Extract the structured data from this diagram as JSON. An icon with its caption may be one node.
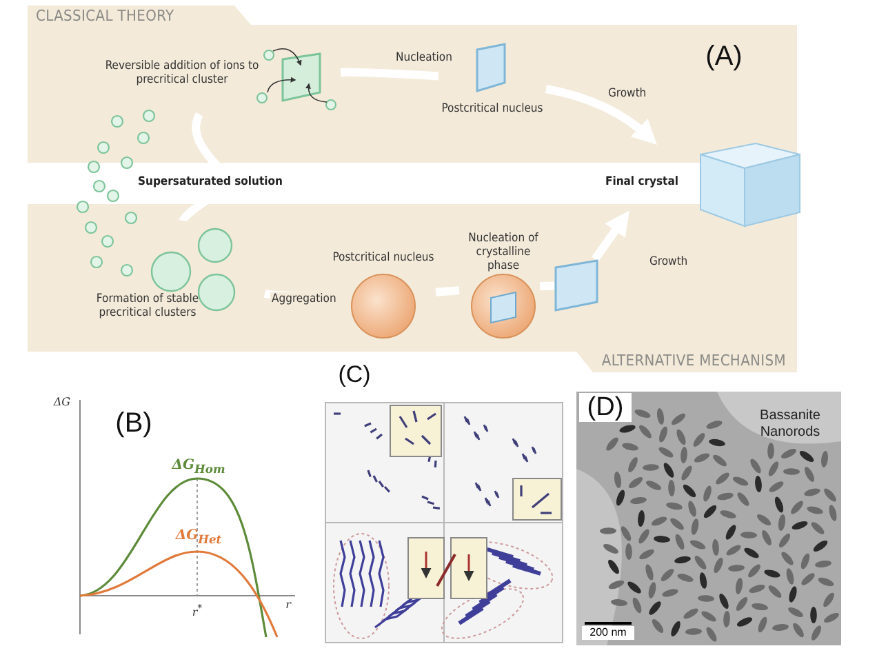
{
  "diagram": {
    "nodes": [
      {
        "text": [
          "CLASSICAL THEORY"
        ]
      },
      {
        "text": [
          "Reversible addition of ions to precritical cluster"
        ],
        "in": 0
      },
      {
        "text": [
          "Postcritical nucleus"
        ],
        "in": 0
      },
      {
        "text": [
          "Supersaturated solution"
        ]
      },
      {
        "text": [
          "Final crystal"
        ]
      },
      {
        "text": [
          "ALTERNATIVE MECHANISM"
        ]
      },
      {
        "text": [
          "Formation of stable precritical clusters"
        ],
        "in": 5
      },
      {
        "text": [
          "Postcritical nucleus"
        ],
        "in": 5
      },
      {
        "text": [
          "Nucleation of crystalline phase"
        ],
        "in": 5
      },
      {
        "text": [],
        "shape": "box",
        "in": 5
      }
    ],
    "edges": [
      {
        "from": 3,
        "to": 1,
        "arrow": "none"
      },
      {
        "from": 1,
        "to": 2,
        "arrow": "none",
        "label": "Nucleation"
      },
      {
        "from": 2,
        "to": 4,
        "arrow": "to",
        "label": "Growth"
      },
      {
        "from": 3,
        "to": 6,
        "arrow": "none"
      },
      {
        "from": 6,
        "to": 7,
        "arrow": "none",
        "label": "Aggregation"
      },
      {
        "from": 7,
        "to": 8,
        "arrow": "none"
      },
      {
        "from": 8,
        "to": 9,
        "arrow": "none"
      },
      {
        "from": 9,
        "to": 4,
        "arrow": "to",
        "label": "Growth"
      }
    ],
    "labels": [
      "(A)",
      "(C)",
      "ΔG",
      "(B)",
      "(D)",
      "Bassanite Nanorods",
      "ΔG$_{Hom}$",
      "ΔG$_{Het}$",
      "r$^{*}$",
      "r",
      "200 nm"
    ]
  }
}
